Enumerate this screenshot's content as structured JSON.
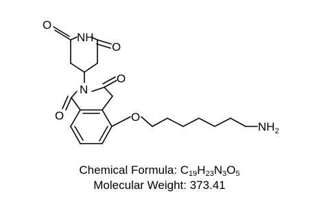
{
  "structure": {
    "atoms": {
      "o_glutarimide_left": "O",
      "nh": "NH",
      "o_glutarimide_right": "O",
      "n_phthalimide": "N",
      "o_phthalimide_top": "O",
      "o_phthalimide_bottom": "O",
      "o_ether": "O",
      "nh2": "NH",
      "nh2_subscript": "2"
    }
  },
  "formula": {
    "label": "Chemical Formula: ",
    "parts": [
      {
        "el": "C",
        "n": "19"
      },
      {
        "el": "H",
        "n": "23"
      },
      {
        "el": "N",
        "n": "3"
      },
      {
        "el": "O",
        "n": "5"
      }
    ]
  },
  "weight": {
    "text": "Molecular Weight: 373.41"
  }
}
